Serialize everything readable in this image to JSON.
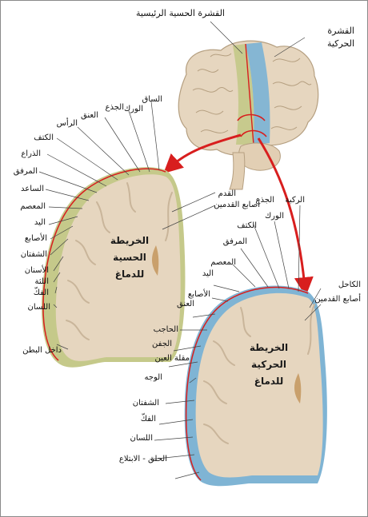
{
  "colors": {
    "background": "#ffffff",
    "brain": "#e6d6bf",
    "brain_fold": "#c9b59a",
    "sensory_cortex": "#c5c98a",
    "motor_cortex": "#7fb4d4",
    "boundary_line": "#d81e1e",
    "arrow": "#d81e1e",
    "text": "#111111"
  },
  "top_labels": {
    "sensory_cortex": "القشرة الحسية الرئيسية",
    "motor_cortex_line1": "القشرة",
    "motor_cortex_line2": "الحركية"
  },
  "sensory_map": {
    "title_lines": [
      "الخريطة",
      "الحسية",
      "للدماغ"
    ],
    "labels": [
      "الساق",
      "الورك",
      "الجذع",
      "العنق",
      "الرأس",
      "الكتف",
      "الذراع",
      "المرفق",
      "الساعد",
      "المعصم",
      "اليد",
      "الأصابع",
      "الشفتان",
      "الأسنان",
      "اللثة",
      "الفكّ",
      "اللسان",
      "داخل البطن",
      "القدم",
      "أصابع القدمين"
    ]
  },
  "motor_map": {
    "title_lines": [
      "الخريطة",
      "الحركية",
      "للدماغ"
    ],
    "labels": [
      "الركبة",
      "الورك",
      "الجذع",
      "الكتف",
      "المرفق",
      "المعصم",
      "اليد",
      "الأصابع",
      "العنق",
      "الحاجب",
      "الجفن",
      "مقلة العين",
      "الوجه",
      "الشفتان",
      "الفكّ",
      "اللسان",
      "الحلق - الابتلاع",
      "الكاحل",
      "أصابع القدمين"
    ]
  }
}
